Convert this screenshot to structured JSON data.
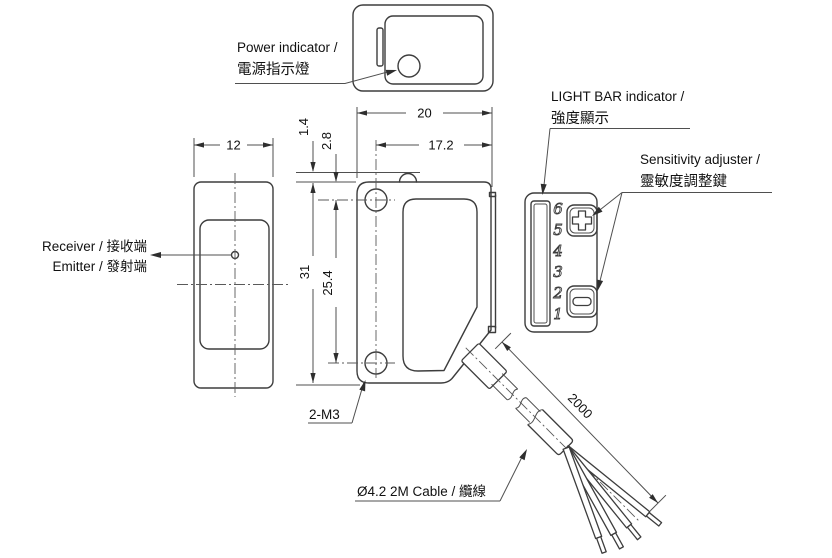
{
  "views": {
    "top_view": {
      "label_line1": "Power indicator /",
      "label_line2": "電源指示燈"
    },
    "left_view": {
      "dim_width": "12",
      "label_receiver": "Receiver / 接收端",
      "label_emitter": "Emitter / 發射端"
    },
    "front_view": {
      "dim_width": "20",
      "dim_window_width": "17.2",
      "dim_bump_height": "1.4",
      "dim_hole_offset": "2.8",
      "dim_height": "31",
      "dim_hole_pitch": "25.4",
      "label_mounting_holes": "2-M3"
    },
    "side_view": {
      "label_lightbar_line1": "LIGHT BAR indicator /",
      "label_lightbar_line2": "強度顯示",
      "label_sensitivity_line1": "Sensitivity adjuster /",
      "label_sensitivity_line2": "靈敏度調整鍵",
      "lightbar_digits": [
        "6",
        "5",
        "4",
        "3",
        "2",
        "1"
      ]
    },
    "cable": {
      "dim_length": "2000",
      "label": "Ø4.2  2M Cable / 纜線"
    }
  },
  "colors": {
    "line": "#3d3d3d",
    "dim_line": "#4f4f4f",
    "text": "#111111",
    "background": "#ffffff"
  }
}
